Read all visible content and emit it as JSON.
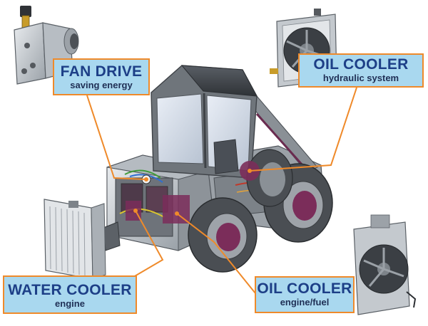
{
  "callouts": {
    "fan_drive": {
      "title": "FAN DRIVE",
      "subtitle": "saving energy"
    },
    "oil_cooler_hydraulic": {
      "title": "OIL COOLER",
      "subtitle": "hydraulic system"
    },
    "water_cooler": {
      "title": "WATER COOLER",
      "subtitle": "engine"
    },
    "oil_cooler_engine": {
      "title": "OIL COOLER",
      "subtitle": "engine/fuel"
    }
  },
  "colors": {
    "callout_fill": "#a9d8ef",
    "callout_border": "#ef8a2a",
    "leader_line": "#ef8a2a",
    "title_text": "#1d3f87",
    "component_marker": "#7b2d5a"
  },
  "icons": [
    "fan-drive-motor-icon",
    "oil-cooler-fan-icon",
    "radiator-icon",
    "compact-loader-icon"
  ]
}
